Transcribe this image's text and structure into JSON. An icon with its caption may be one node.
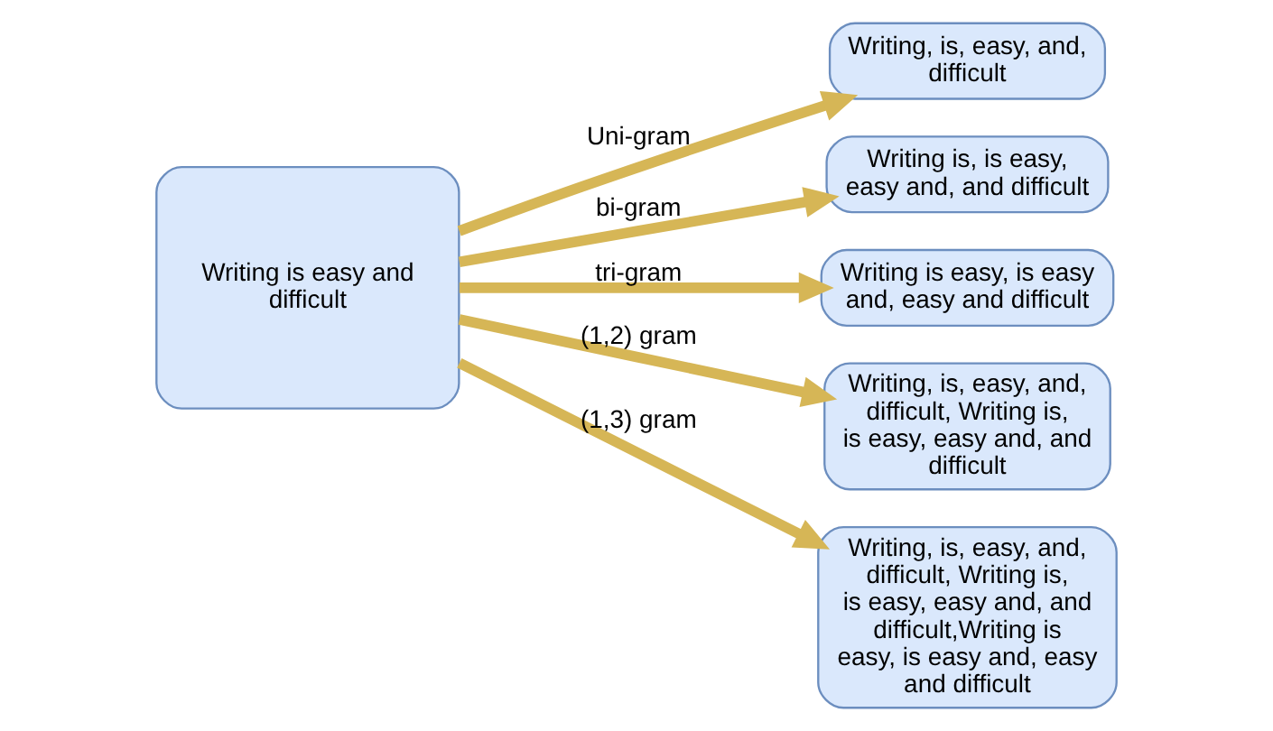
{
  "diagram": {
    "nodes": [
      {
        "text": [
          "Writing is easy and difficult"
        ]
      },
      {
        "text": [
          "Writing, is, easy, and, difficult"
        ]
      },
      {
        "text": [
          "Writing is, is easy, easy and, and difficult"
        ]
      },
      {
        "text": [
          "Writing is easy, is easy and, easy and difficult"
        ]
      },
      {
        "text": [
          "Writing, is, easy, and, difficult, Writing is, is easy, easy and, and difficult"
        ]
      },
      {
        "text": [
          "Writing, is, easy, and, difficult, Writing is, is easy, easy and, and difficult,Writing is easy, is easy and, easy and difficult"
        ]
      }
    ],
    "edges": [
      {
        "from": 0,
        "to": 1,
        "arrow": "to",
        "label": "Uni-gram"
      },
      {
        "from": 0,
        "to": 2,
        "arrow": "to",
        "label": "bi-gram"
      },
      {
        "from": 0,
        "to": 3,
        "arrow": "to",
        "label": "tri-gram"
      },
      {
        "from": 0,
        "to": 4,
        "arrow": "to",
        "label": "(1,2) gram"
      },
      {
        "from": 0,
        "to": 5,
        "arrow": "to",
        "label": "(1,3) gram"
      }
    ]
  }
}
